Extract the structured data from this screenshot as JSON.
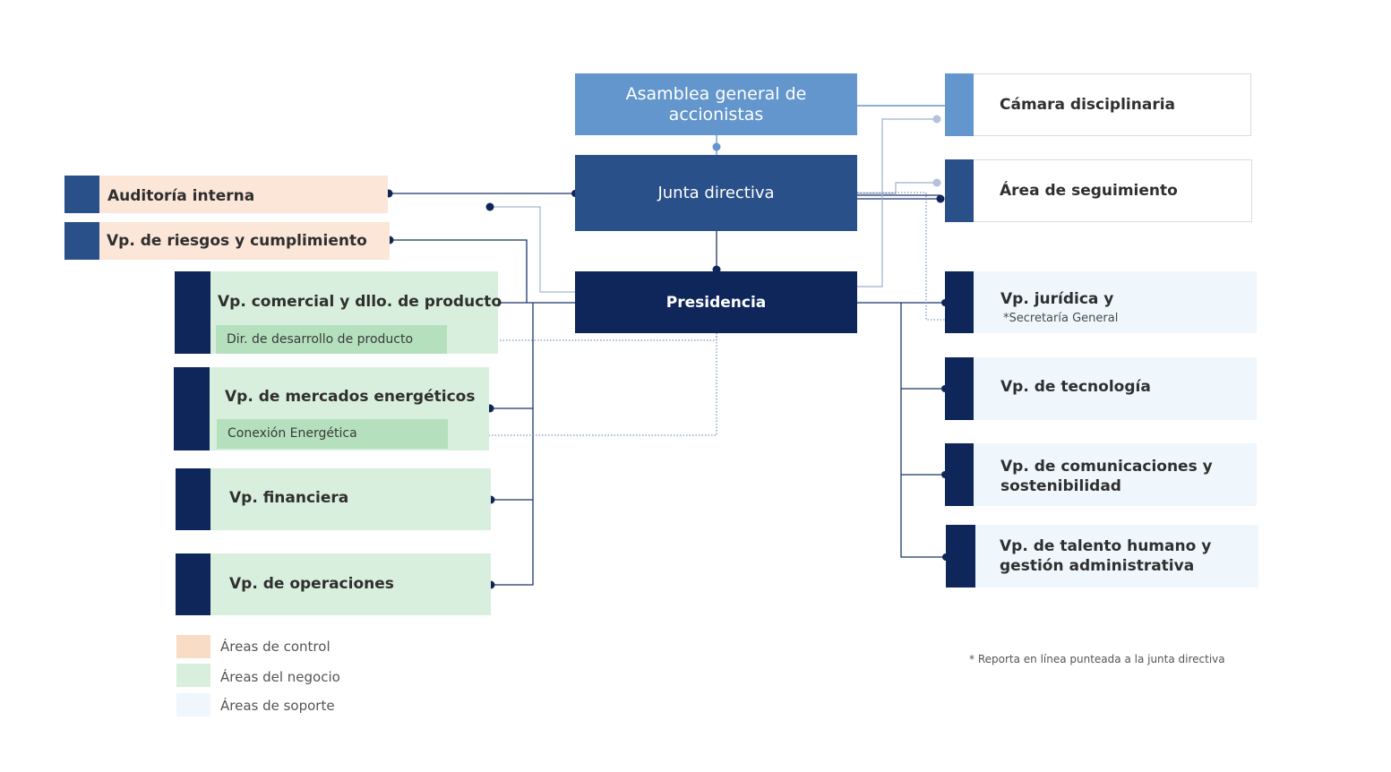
{
  "colors": {
    "control": "#fbe6d8",
    "negocio": "#d9efdd",
    "soporte": "#eff7fc",
    "sub_green": "#b4e0bd",
    "navy": "#0e2659",
    "mid_blue": "#2a5089",
    "light_blue": "#6396cd",
    "line": "#1c3566",
    "line_light": "#9bb1cc"
  },
  "top": {
    "asamblea": "Asamblea general de accionistas",
    "junta": "Junta directiva",
    "presidencia": "Presidencia"
  },
  "right_top": {
    "camara": "Cámara disciplinaria",
    "seguimiento": "Área de seguimiento"
  },
  "control": {
    "auditoria": "Auditoría interna",
    "riesgos": "Vp. de riesgos y cumplimiento"
  },
  "negocio": {
    "comercial": "Vp. comercial y dllo. de producto",
    "dir_desarrollo": "Dir. de desarrollo de producto",
    "mercados": "Vp. de mercados energéticos",
    "conexion": "Conexión Energética",
    "financiera": "Vp. financiera",
    "operaciones": "Vp. de operaciones"
  },
  "soporte": {
    "juridica": "Vp. jurídica y",
    "juridica_note": "*Secretaría General",
    "tecnologia": "Vp. de tecnología",
    "comunicaciones_1": "Vp. de comunicaciones y",
    "comunicaciones_2": "sostenibilidad",
    "talento_1": "Vp. de talento humano y",
    "talento_2": "gestión administrativa"
  },
  "legend": {
    "control": "Áreas de control",
    "negocio": "Áreas del negocio",
    "soporte": "Áreas de soporte"
  },
  "footnote": "* Reporta en línea punteada a la junta directiva"
}
